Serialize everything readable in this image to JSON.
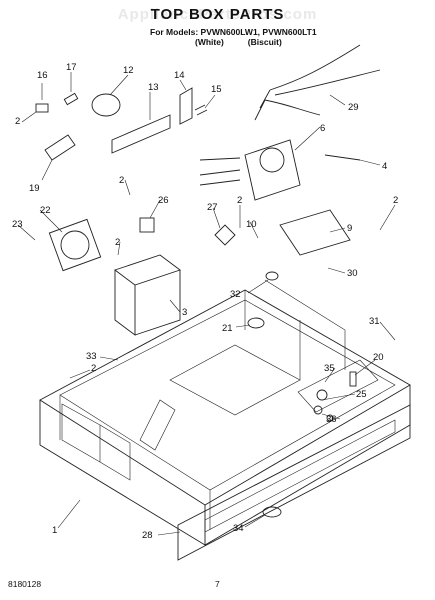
{
  "header": {
    "watermark": "AppliancePartsPros.com",
    "title": "TOP BOX PARTS",
    "models_line": "For Models: PVWN600LW1, PVWN600LT1",
    "variant_white": "(White)",
    "variant_biscuit": "(Biscuit)"
  },
  "callouts": [
    "16",
    "17",
    "12",
    "13",
    "14",
    "15",
    "29",
    "2",
    "6",
    "19",
    "4",
    "2",
    "26",
    "27",
    "2",
    "10",
    "9",
    "2",
    "22",
    "23",
    "2",
    "30",
    "32",
    "3",
    "21",
    "31",
    "33",
    "2",
    "20",
    "35",
    "25",
    "36",
    "1",
    "28",
    "34"
  ],
  "footer": {
    "doc_number": "8180128",
    "page_number": "7"
  }
}
